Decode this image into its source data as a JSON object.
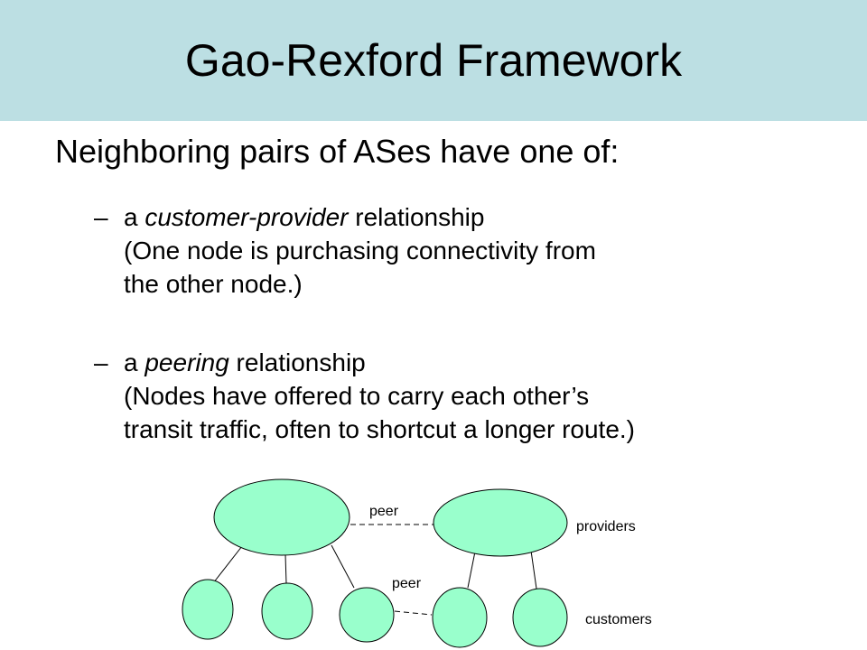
{
  "slide": {
    "title": "Gao-Rexford Framework",
    "heading": "Neighboring pairs of ASes have one of:",
    "bullets": [
      {
        "dash": "–",
        "lead": "a ",
        "emphasis": "customer-provider",
        "rest": " relationship",
        "lines": [
          "(One node is purchasing connectivity from",
          "the other node.)"
        ]
      },
      {
        "dash": "–",
        "lead": "a ",
        "emphasis": "peering",
        "rest": " relationship",
        "lines": [
          "(Nodes have offered to carry each other’s",
          "transit traffic, often to shortcut a longer route.)"
        ]
      }
    ]
  },
  "diagram": {
    "node_fill": "#99ffcc",
    "title_band_color": "#bcdfe3",
    "labels": {
      "peer_top": "peer",
      "peer_bottom": "peer",
      "providers": "providers",
      "customers": "customers"
    }
  }
}
